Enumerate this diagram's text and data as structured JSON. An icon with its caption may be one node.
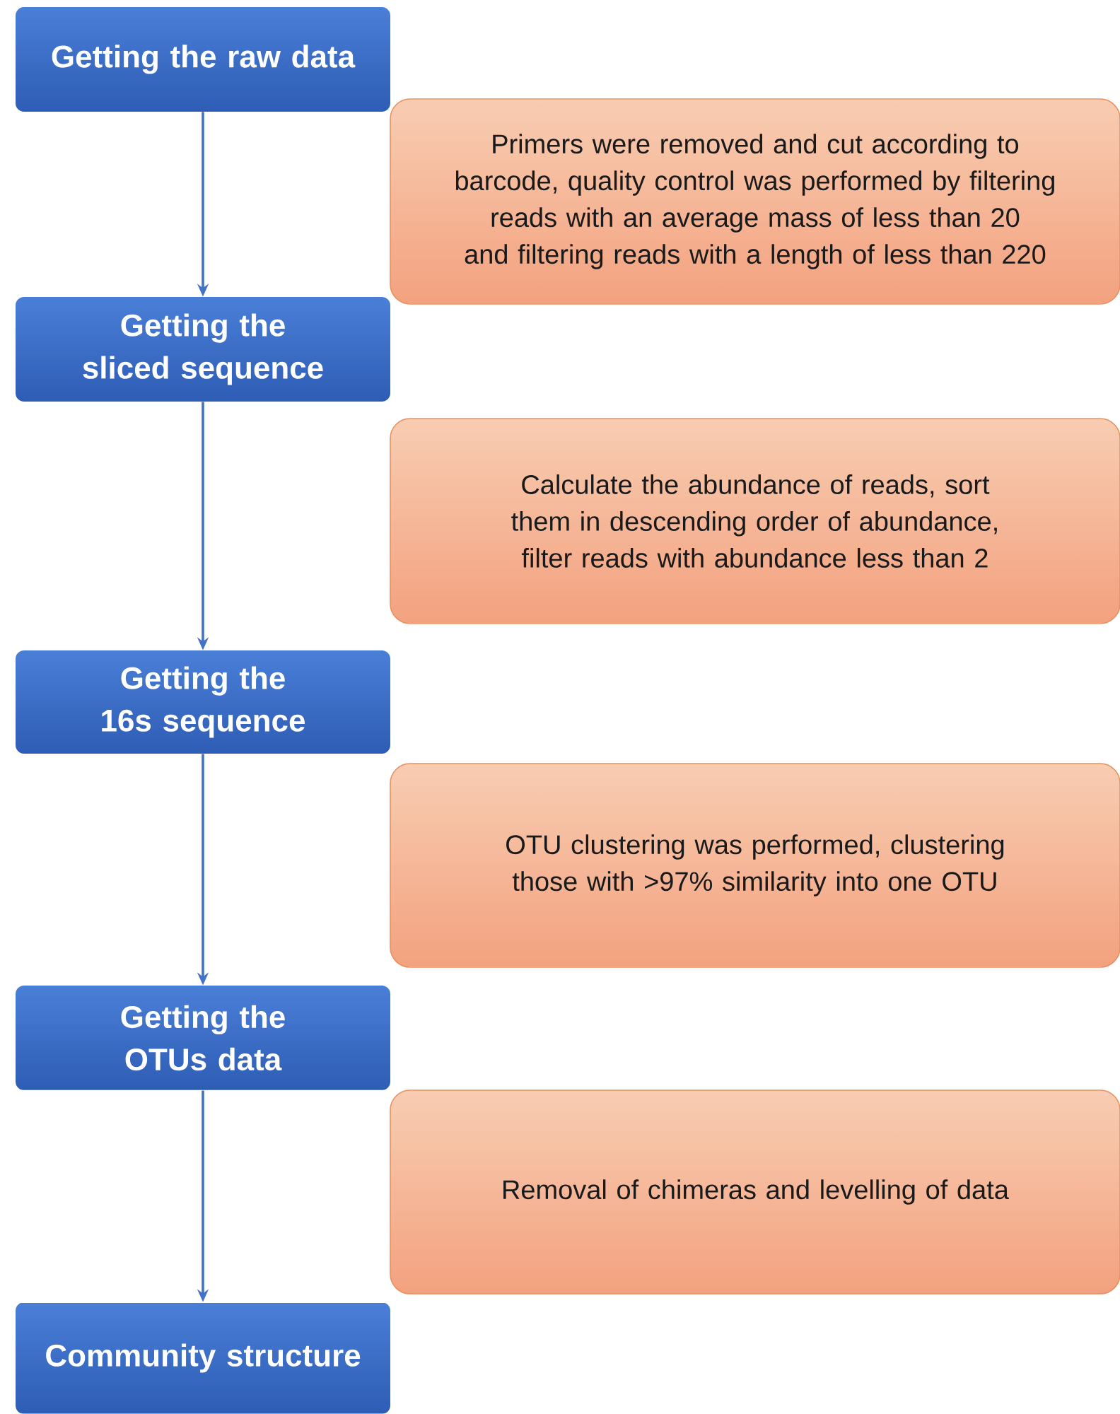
{
  "diagram": {
    "nodes": [
      {
        "text": [
          "Getting the raw data"
        ]
      },
      {
        "text": [
          "Primers were removed and cut according to barcode, quality control was performed by filtering reads with an average mass of less than 20 and filtering reads with a length of less than 220"
        ]
      },
      {
        "text": [
          "Getting the sliced sequence"
        ]
      },
      {
        "text": [
          "Calculate the abundance of reads, sort them in descending order of abundance, filter reads with abundance less than 2"
        ]
      },
      {
        "text": [
          "Getting the 16s sequence"
        ]
      },
      {
        "text": [
          "OTU clustering was performed, clustering those with >97% similarity into one OTU"
        ]
      },
      {
        "text": [
          "Getting the OTUs data"
        ]
      },
      {
        "text": [
          "Removal of chimeras and levelling of data"
        ]
      },
      {
        "text": [
          "Community structure"
        ]
      }
    ],
    "edges": [
      {
        "from": 0,
        "to": 2,
        "arrow": "to"
      },
      {
        "from": 2,
        "to": 4,
        "arrow": "to"
      },
      {
        "from": 4,
        "to": 6,
        "arrow": "to"
      },
      {
        "from": 6,
        "to": 8,
        "arrow": "to"
      }
    ]
  }
}
